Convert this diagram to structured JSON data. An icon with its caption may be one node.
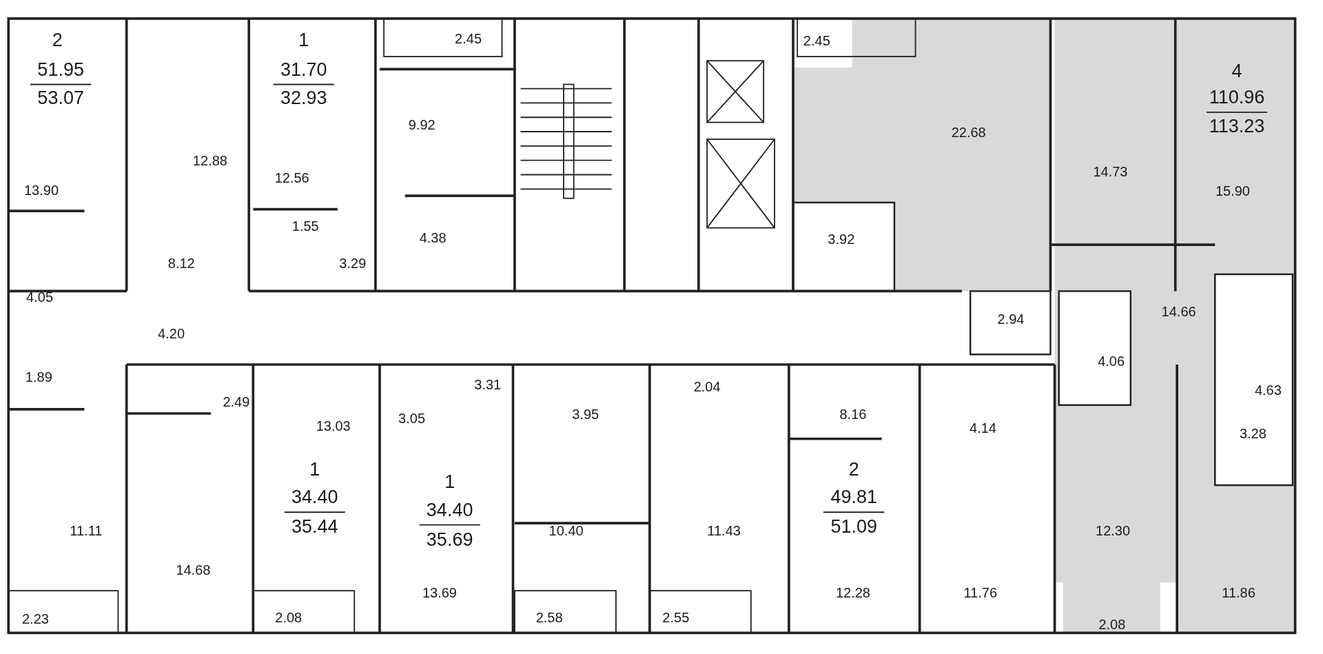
{
  "diagram": {
    "labels": [
      "2",
      "51.95",
      "53.07",
      "1",
      "31.70",
      "32.93",
      "2.45",
      "2.45",
      "4",
      "110.96",
      "9.92",
      "22.68",
      "113.23",
      "12.88",
      "14.73",
      "13.90",
      "12.56",
      "15.90",
      "1.55",
      "4.38",
      "3.92",
      "8.12",
      "3.29",
      "4.05",
      "14.66",
      "2.94",
      "4.20",
      "4.06",
      "1.89",
      "4.63",
      "3.31",
      "2.04",
      "2.49",
      "13.03",
      "3.05",
      "3.95",
      "8.16",
      "4.14",
      "3.28",
      "1",
      "2",
      "1",
      "34.40",
      "49.81",
      "34.40",
      "11.11",
      "35.44",
      "10.40",
      "11.43",
      "51.09",
      "12.30",
      "35.69",
      "14.68",
      "13.69",
      "12.28",
      "11.76",
      "11.86",
      "2.23",
      "2.08",
      "2.58",
      "2.55",
      "2.08"
    ]
  }
}
